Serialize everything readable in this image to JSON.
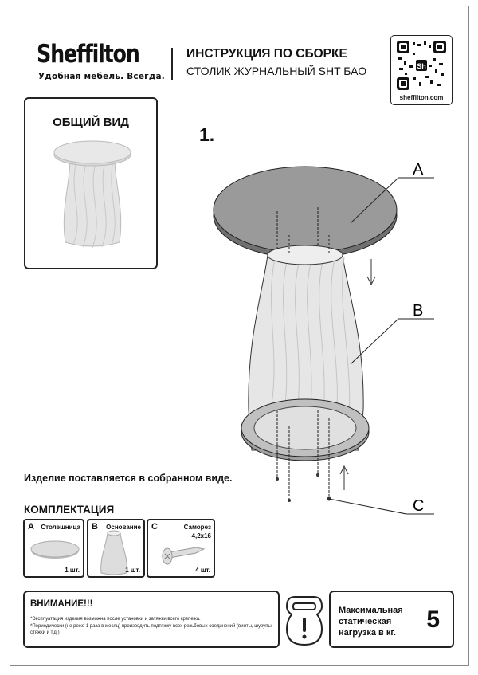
{
  "brand": {
    "name": "Sheffilton",
    "tagline": "Удобная мебель. Всегда.",
    "website": "sheffilton.com"
  },
  "header": {
    "title": "ИНСТРУКЦИЯ ПО СБОРКЕ",
    "subtitle": "СТОЛИК ЖУРНАЛЬНЫЙ SHT БАО"
  },
  "overview": {
    "title": "ОБЩИЙ ВИД"
  },
  "step": {
    "number": "1.",
    "labels": {
      "a": "A",
      "b": "B",
      "c": "C"
    }
  },
  "note": "Изделие поставляется в собранном виде.",
  "kit": {
    "title": "КОМПЛЕКТАЦИЯ",
    "items": [
      {
        "letter": "A",
        "name": "Столешница",
        "qty": "1 шт."
      },
      {
        "letter": "B",
        "name": "Основание",
        "qty": "1 шт."
      },
      {
        "letter": "C",
        "name": "Саморез",
        "size": "4,2x16",
        "qty": "4 шт."
      }
    ]
  },
  "warning": {
    "title": "ВНИМАНИЕ!!!",
    "lines": [
      "*Эксплуатация изделия возможна после установки и затяжки всего крепежа.",
      "*Периодически (не реже 1 раза в месяц) производить подтяжку всех резьбовых соединений (винты, шурупы, стяжки и т.д.)"
    ]
  },
  "load": {
    "label": "Максимальная статическая нагрузка в кг.",
    "value": "5"
  }
}
